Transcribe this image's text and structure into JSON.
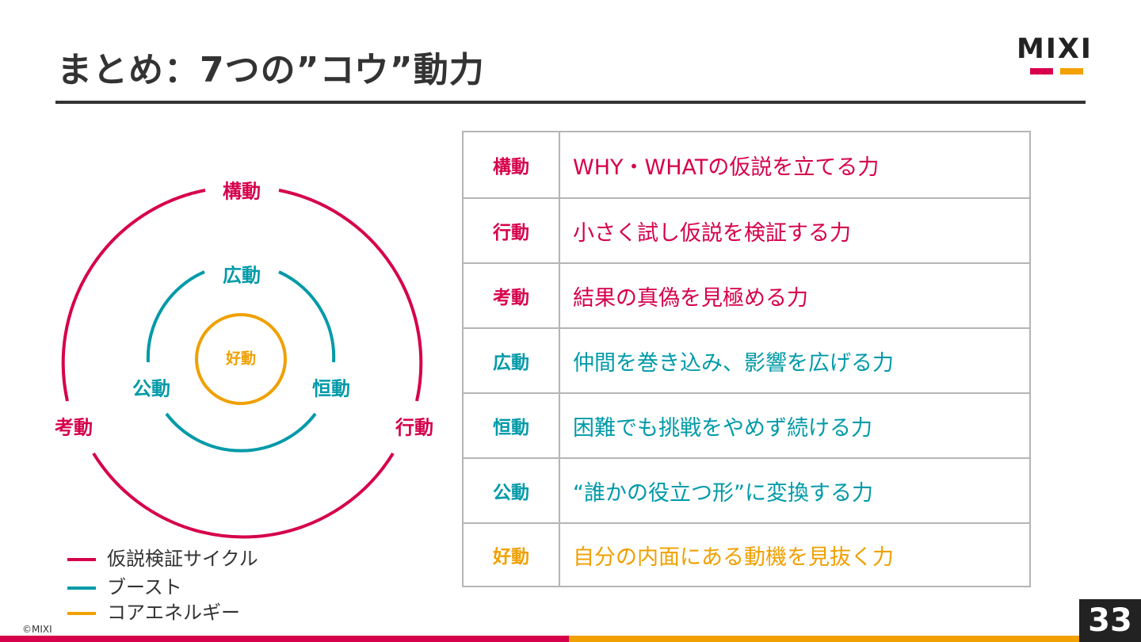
{
  "title": "まとめ：7つの”コウ”動力",
  "logo": {
    "text": "MIXI",
    "colors": [
      "#d8004c",
      "#f3a000"
    ]
  },
  "colors": {
    "pink": "#d6004b",
    "teal": "#009aa8",
    "orange": "#f0a000",
    "text": "#333333"
  },
  "diagram": {
    "outer": {
      "top": "構動",
      "left": "考動",
      "right": "行動"
    },
    "middle": {
      "top": "広動",
      "left": "公動",
      "right": "恒動"
    },
    "center": "好動"
  },
  "legend": [
    {
      "label": "仮説検証サイクル",
      "color": "#d6004b"
    },
    {
      "label": "ブースト",
      "color": "#009aa8"
    },
    {
      "label": "コアエネルギー",
      "color": "#f0a000"
    }
  ],
  "table": [
    {
      "name": "構動",
      "desc": "WHY・WHATの仮説を立てる力",
      "color": "#d6004b"
    },
    {
      "name": "行動",
      "desc": "小さく試し仮説を検証する力",
      "color": "#d6004b"
    },
    {
      "name": "考動",
      "desc": "結果の真偽を見極める力",
      "color": "#d6004b"
    },
    {
      "name": "広動",
      "desc": "仲間を巻き込み、影響を広げる力",
      "color": "#009aa8"
    },
    {
      "name": "恒動",
      "desc": "困難でも挑戦をやめず続ける力",
      "color": "#009aa8"
    },
    {
      "name": "公動",
      "desc": "“誰かの役立つ形”に変換する力",
      "color": "#009aa8"
    },
    {
      "name": "好動",
      "desc": "自分の内面にある動機を見抜く力",
      "color": "#f0a000"
    }
  ],
  "copyright": "©MIXI",
  "page_number": "33"
}
